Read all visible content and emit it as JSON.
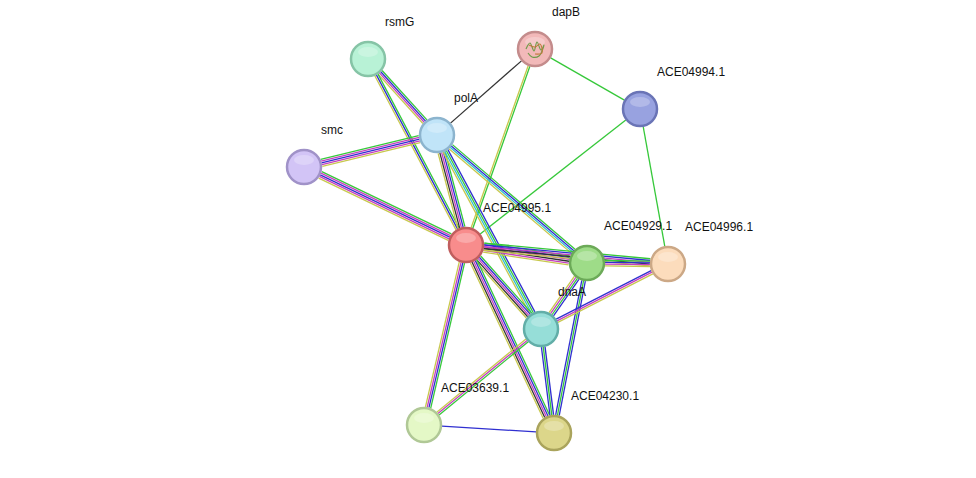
{
  "diagram": {
    "nodes": [
      {
        "text": [
          "dapB"
        ]
      },
      {
        "text": [
          "rsmG"
        ]
      },
      {
        "text": [
          "ACE04994.1"
        ]
      },
      {
        "text": [
          "polA"
        ]
      },
      {
        "text": [
          "smc"
        ]
      },
      {
        "text": [
          "ACE04995.1"
        ]
      },
      {
        "text": [
          "ACE04929.1"
        ]
      },
      {
        "text": [
          "ACE04996.1"
        ]
      },
      {
        "text": [
          "dnaA"
        ]
      },
      {
        "text": [
          "ACE03639.1"
        ]
      },
      {
        "text": [
          "ACE04230.1"
        ]
      }
    ],
    "edges": [
      {
        "from": 1,
        "to": 3,
        "arrow": "none"
      },
      {
        "from": 1,
        "to": 5,
        "arrow": "none"
      },
      {
        "from": 0,
        "to": 3,
        "arrow": "none"
      },
      {
        "from": 0,
        "to": 5,
        "arrow": "none"
      },
      {
        "from": 0,
        "to": 2,
        "arrow": "none"
      },
      {
        "from": 2,
        "to": 5,
        "arrow": "none"
      },
      {
        "from": 2,
        "to": 7,
        "arrow": "none"
      },
      {
        "from": 4,
        "to": 3,
        "arrow": "none"
      },
      {
        "from": 4,
        "to": 5,
        "arrow": "none"
      },
      {
        "from": 3,
        "to": 5,
        "arrow": "none"
      },
      {
        "from": 3,
        "to": 6,
        "arrow": "none"
      },
      {
        "from": 3,
        "to": 8,
        "arrow": "none"
      },
      {
        "from": 5,
        "to": 6,
        "arrow": "none"
      },
      {
        "from": 5,
        "to": 7,
        "arrow": "none"
      },
      {
        "from": 5,
        "to": 8,
        "arrow": "none"
      },
      {
        "from": 5,
        "to": 9,
        "arrow": "none"
      },
      {
        "from": 5,
        "to": 10,
        "arrow": "none"
      },
      {
        "from": 6,
        "to": 7,
        "arrow": "none"
      },
      {
        "from": 6,
        "to": 8,
        "arrow": "none"
      },
      {
        "from": 6,
        "to": 10,
        "arrow": "none"
      },
      {
        "from": 8,
        "to": 7,
        "arrow": "none"
      },
      {
        "from": 8,
        "to": 9,
        "arrow": "none"
      },
      {
        "from": 8,
        "to": 10,
        "arrow": "none"
      },
      {
        "from": 9,
        "to": 10,
        "arrow": "none"
      }
    ]
  }
}
